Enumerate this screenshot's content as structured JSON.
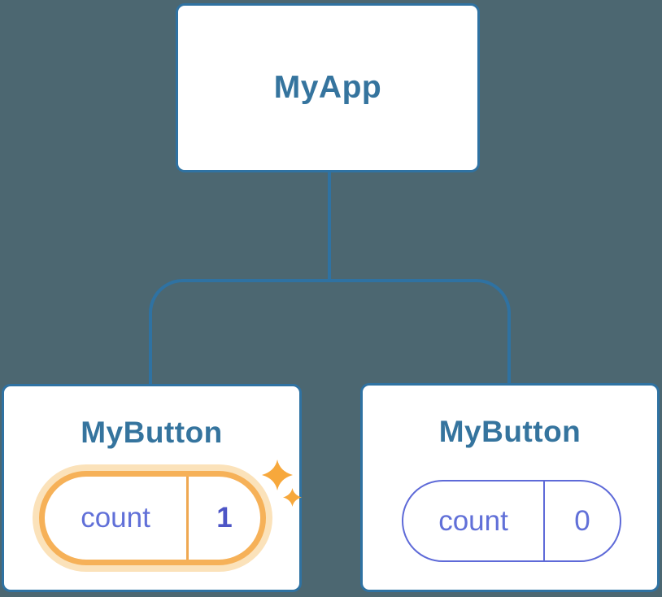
{
  "colors": {
    "background": "#4C6771",
    "node_border": "#2F72A2",
    "node_text": "#35749E",
    "connector": "#2F72A2",
    "state_key_text": "#6170D8",
    "state_value_bold_text": "#4D55C6",
    "state_pill_border": "#5E6AD8",
    "highlight_pill_border": "#F6B158",
    "highlight_pill_glow": "#FBE2BA",
    "sparkle": "#F7A83C"
  },
  "tree": {
    "root": {
      "label": "MyApp"
    },
    "children": [
      {
        "label": "MyButton",
        "state": {
          "key": "count",
          "value": "1"
        },
        "highlighted": true
      },
      {
        "label": "MyButton",
        "state": {
          "key": "count",
          "value": "0"
        },
        "highlighted": false
      }
    ]
  }
}
